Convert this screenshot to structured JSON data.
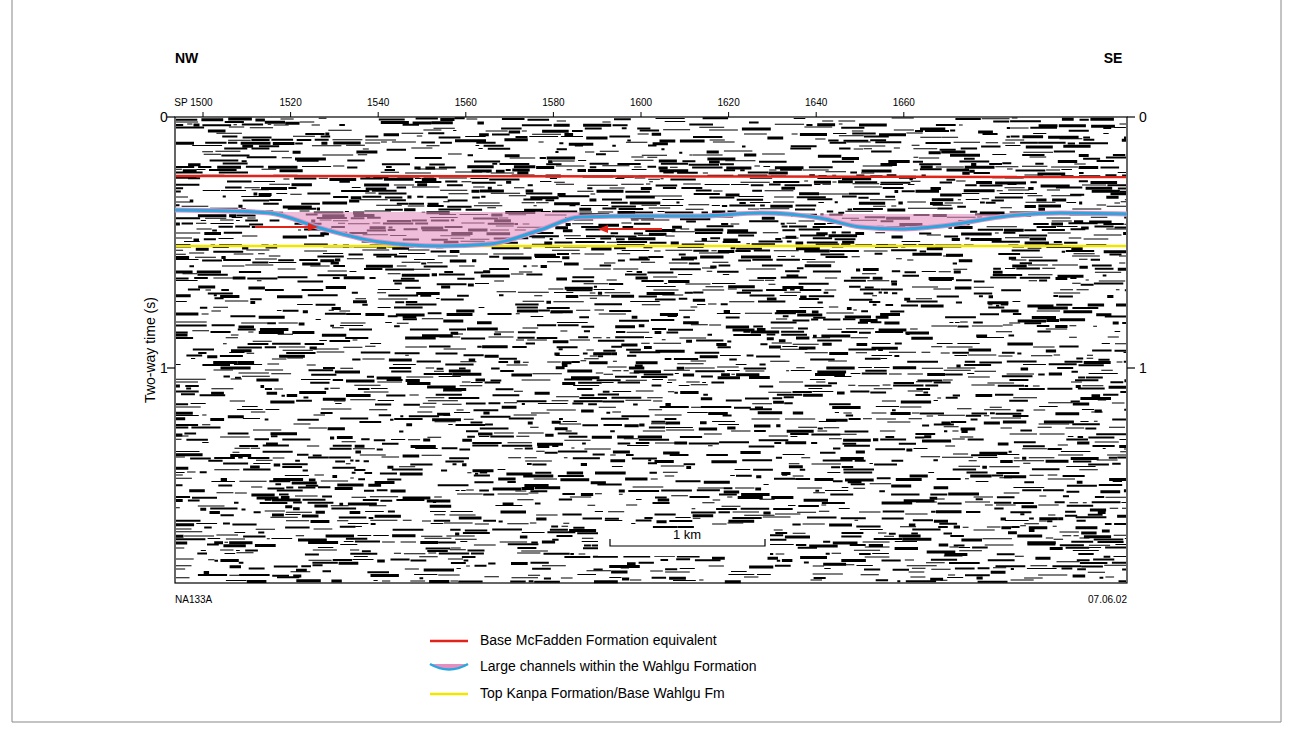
{
  "diagram": {
    "labels": [
      "NW",
      "SE",
      "SP 1500",
      "1520",
      "1540",
      "1560",
      "1580",
      "1600",
      "1620",
      "1640",
      "1660",
      "0",
      "0",
      "Two-way time (s)",
      "1",
      "1",
      "1 km",
      "NA133A",
      "07.06.02"
    ],
    "legend": [
      {
        "text": "Base McFadden Formation equivalent"
      },
      {
        "text": "Large channels within the Wahlgu Formation"
      },
      {
        "text": "Top Kanpa Formation/Base Wahlgu Fm"
      }
    ]
  }
}
